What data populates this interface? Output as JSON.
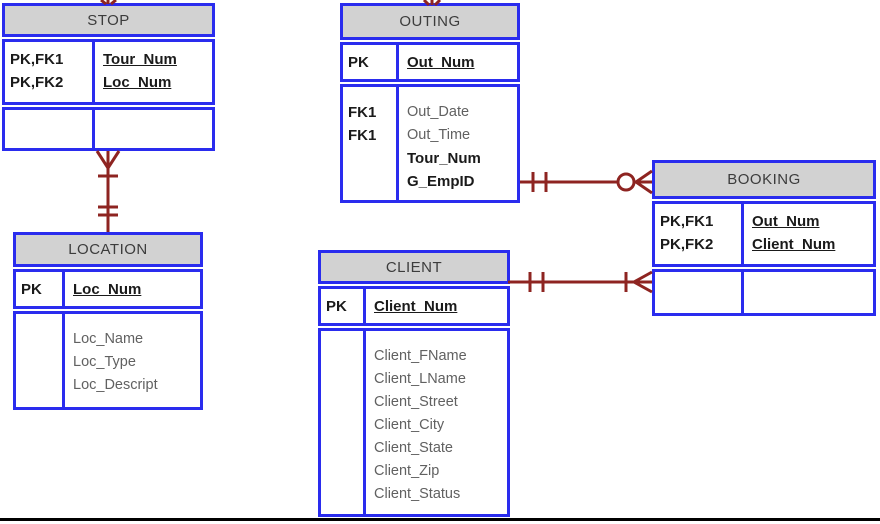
{
  "diagram": {
    "type": "entity-relationship-diagram",
    "notation": "crows-foot"
  },
  "colors": {
    "table_border": "#2a2cee",
    "header_fill": "#d2d2d2",
    "header_text": "#3c3c3c",
    "key_text": "#1a1a1a",
    "attr_text": "#616161",
    "connector": "#8e2421",
    "frame_line": "#000000"
  },
  "entities": {
    "stop": {
      "title": "STOP",
      "key_rows": [
        {
          "tag": "PK,FK1",
          "field": "Tour_Num"
        },
        {
          "tag": "PK,FK2",
          "field": "Loc_Num"
        }
      ],
      "attr_rows": []
    },
    "outing": {
      "title": "OUTING",
      "key_rows": [
        {
          "tag": "PK",
          "field": "Out_Num"
        }
      ],
      "attr_rows": [
        {
          "tag": "",
          "field": "Out_Date",
          "emphasis": "plain"
        },
        {
          "tag": "",
          "field": "Out_Time",
          "emphasis": "plain"
        },
        {
          "tag": "FK1",
          "field": "Tour_Num",
          "emphasis": "fk"
        },
        {
          "tag": "FK1",
          "field": "G_EmpID",
          "emphasis": "fk"
        }
      ]
    },
    "location": {
      "title": "LOCATION",
      "key_rows": [
        {
          "tag": "PK",
          "field": "Loc_Num"
        }
      ],
      "attr_rows": [
        {
          "tag": "",
          "field": "Loc_Name",
          "emphasis": "plain"
        },
        {
          "tag": "",
          "field": "Loc_Type",
          "emphasis": "plain"
        },
        {
          "tag": "",
          "field": "Loc_Descript",
          "emphasis": "plain"
        }
      ]
    },
    "client": {
      "title": "CLIENT",
      "key_rows": [
        {
          "tag": "PK",
          "field": "Client_Num"
        }
      ],
      "attr_rows": [
        {
          "tag": "",
          "field": "Client_FName",
          "emphasis": "plain"
        },
        {
          "tag": "",
          "field": "Client_LName",
          "emphasis": "plain"
        },
        {
          "tag": "",
          "field": "Client_Street",
          "emphasis": "plain"
        },
        {
          "tag": "",
          "field": "Client_City",
          "emphasis": "plain"
        },
        {
          "tag": "",
          "field": "Client_State",
          "emphasis": "plain"
        },
        {
          "tag": "",
          "field": "Client_Zip",
          "emphasis": "plain"
        },
        {
          "tag": "",
          "field": "Client_Status",
          "emphasis": "plain"
        }
      ]
    },
    "booking": {
      "title": "BOOKING",
      "key_rows": [
        {
          "tag": "PK,FK1",
          "field": "Out_Num"
        },
        {
          "tag": "PK,FK2",
          "field": "Client_Num"
        }
      ],
      "attr_rows": []
    }
  },
  "relationships": [
    {
      "from": "LOCATION",
      "to": "STOP",
      "from_cardinality": "one-and-only-one",
      "to_cardinality": "one-or-many"
    },
    {
      "from": "OUTING",
      "to": "BOOKING",
      "from_cardinality": "one-and-only-one",
      "to_cardinality": "zero-or-many"
    },
    {
      "from": "CLIENT",
      "to": "BOOKING",
      "from_cardinality": "one-and-only-one",
      "to_cardinality": "one-or-many"
    },
    {
      "from": "STOP",
      "to": "(off-canvas above)",
      "note": "connector stub cut off at top edge"
    },
    {
      "from": "OUTING",
      "to": "(off-canvas above)",
      "note": "connector stub cut off at top edge"
    }
  ]
}
